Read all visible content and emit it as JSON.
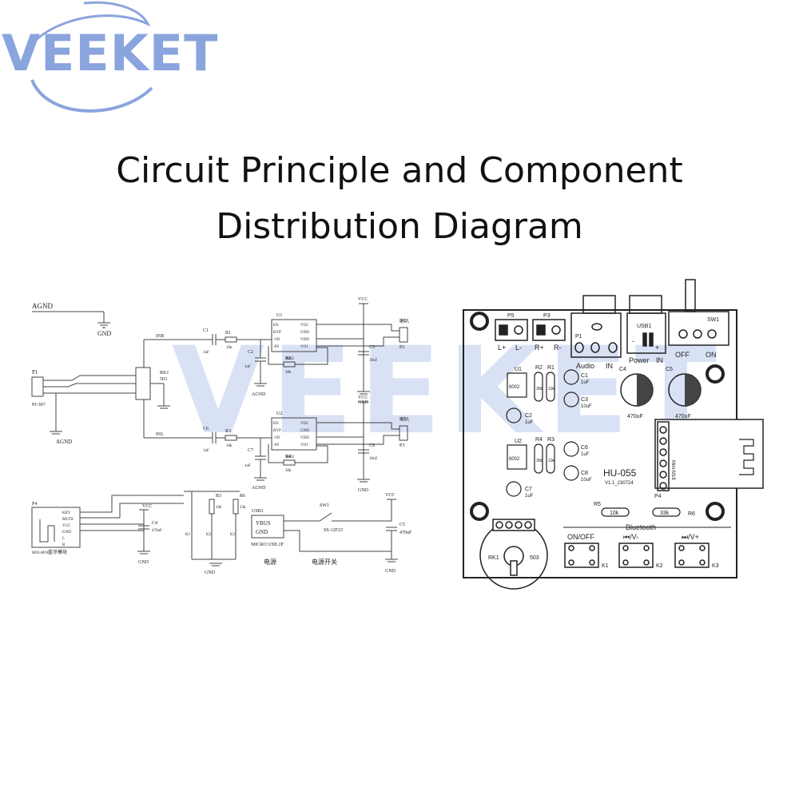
{
  "brand": {
    "name": "VEEKET"
  },
  "title": {
    "line1": "Circuit Principle and Component",
    "line2": "Distribution Diagram"
  },
  "watermark": "VEEKET",
  "schematic": {
    "agnd": "AGND",
    "gnd": "GND",
    "vcc": "VCC",
    "p1": "P1",
    "p1_part": "PJ-307",
    "amp_pins_left": [
      "EN",
      "BYP",
      "+IN",
      "-IN"
    ],
    "amp_pins_right": [
      "VO2",
      "GND",
      "VDD",
      "VO1"
    ],
    "ic_part": "8002",
    "c1": "C1",
    "c1_val": "1uF",
    "r1": "R1",
    "r1_val": "10k",
    "c2": "C2",
    "c2_val": "1uF",
    "r2": "R2",
    "r2_val": "30k",
    "c3": "C3",
    "c3_val": "10uF",
    "c6": "C6",
    "c6_val": "1uF",
    "r3": "R3",
    "r3_val": "10k",
    "c7": "C7",
    "c7_val": "1uF",
    "r4": "R4",
    "r4_val": "30k",
    "c8": "C8",
    "c8_val": "10uF",
    "u1": "U1",
    "u2": "U2",
    "rk1": "RK1",
    "rk1_val": "503",
    "net_inr": "INR",
    "net_inl": "INL",
    "spk": "喇叭",
    "p2": "P2",
    "p3": "P3",
    "p4": "P4",
    "p4_part": "M03-M18",
    "bt_module": "蓝牙模块",
    "bt_pins": [
      "KEY",
      "MUTE",
      "VCC",
      "GND",
      "L",
      "R"
    ],
    "c4": "C4",
    "c4_val": "470uF",
    "r5": "R5",
    "r5_val": "10k",
    "r6": "R6",
    "r6_val": "33k",
    "k1": "K1",
    "k2": "K2",
    "k3": "K3",
    "usb": "USB1",
    "usb_pins": [
      "VBUS",
      "GND"
    ],
    "usb_part": "MICRO USB 2P",
    "power_label": "电源",
    "sw1": "SW1",
    "sw_part": "SS-12F23",
    "switch_label": "电源开关",
    "c5": "C5",
    "c5_val": "470uF"
  },
  "pcb": {
    "p5": "P5",
    "p3": "P3",
    "lplus": "L+",
    "lminus": "L-",
    "rplus": "R+",
    "rminus": "R-",
    "p1": "P1",
    "audio": "Audio",
    "in": "IN",
    "usb1": "USB1",
    "power": "Power",
    "power_in": "IN",
    "sw1": "SW1",
    "off": "OFF",
    "on": "ON",
    "u1": "U1",
    "u2": "U2",
    "chip": "8002",
    "r2": "R2",
    "r1": "R1",
    "r4": "R4",
    "r3": "R3",
    "r_30k": "30k",
    "r_10k": "10k",
    "c1": "C1",
    "c1_val": "1uF",
    "c3": "C3",
    "c3_val": "10uF",
    "c2": "C2",
    "c2_val": "1uF",
    "c6": "C6",
    "c6_val": "1uF",
    "c8": "C8",
    "c8_val": "10uF",
    "c7": "C7",
    "c7_val": "1uF",
    "c4": "C4",
    "c5": "C5",
    "c470": "470uF",
    "model": "HU-055",
    "version": "V1.1_230724",
    "module": "Mini-M18",
    "p4": "P4",
    "r5": "R5",
    "r5_val": "10k",
    "r6": "R6",
    "r6_val": "33k",
    "bluetooth": "Bluetooth",
    "onoff": "ON/OFF",
    "prev": "⏮/V-",
    "next": "⏭/V+",
    "k1": "K1",
    "k2": "K2",
    "k3": "K3",
    "rk1": "RK1",
    "rk1_val": "503"
  }
}
